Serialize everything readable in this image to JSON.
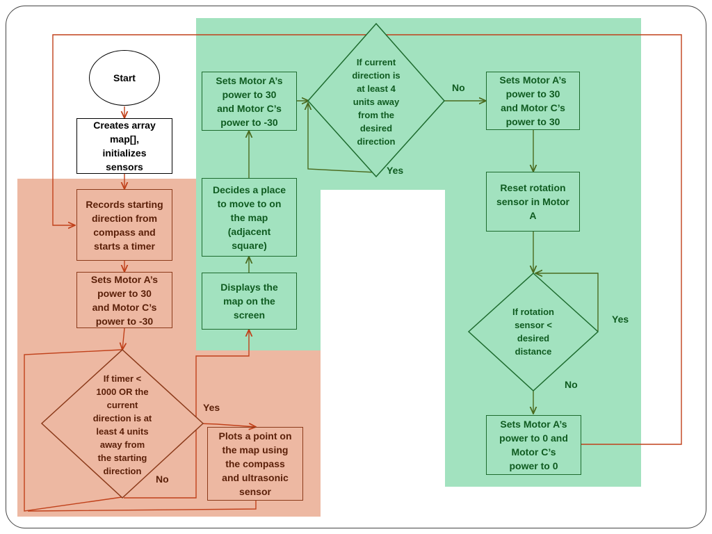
{
  "colors": {
    "red_region": "#edb8a2",
    "green_region": "#a2e2bf",
    "red_line": "#c0401a",
    "green_line": "#4a6a1e"
  },
  "flowchart": {
    "start": "Start",
    "init": "Creates array\nmap[],\ninitializes\nsensors",
    "record": "Records starting\ndirection from\ncompass and\nstarts a timer",
    "motor_left_1": "Sets Motor A’s\npower to 30\nand Motor C’s\npower to -30",
    "timer_decision": "If timer <\n1000 OR the\ncurrent\ndirection is at\nleast 4 units\naway from\nthe starting\ndirection",
    "timer_yes": "Yes",
    "timer_no": "No",
    "plot": "Plots a point on\nthe map using\nthe compass\nand ultrasonic\nsensor",
    "display": "Displays the\nmap on the\nscreen",
    "decide": "Decides a place\nto move to on\nthe map\n(adjacent\nsquare)",
    "motor_left_2": "Sets Motor A’s\npower to 30\nand Motor C’s\npower to -30",
    "direction_decision": "If current\ndirection is\nat least 4\nunits away\nfrom the\ndesired\ndirection",
    "direction_yes": "Yes",
    "direction_no": "No",
    "motor_forward": "Sets Motor A’s\npower to 30\nand Motor C’s\npower to 30",
    "reset": "Reset rotation\nsensor in Motor\nA",
    "rotation_decision": "If rotation\nsensor <\ndesired\ndistance",
    "rotation_yes": "Yes",
    "rotation_no": "No",
    "motor_stop": "Sets Motor A’s\npower to 0 and\nMotor C’s\npower to 0"
  }
}
